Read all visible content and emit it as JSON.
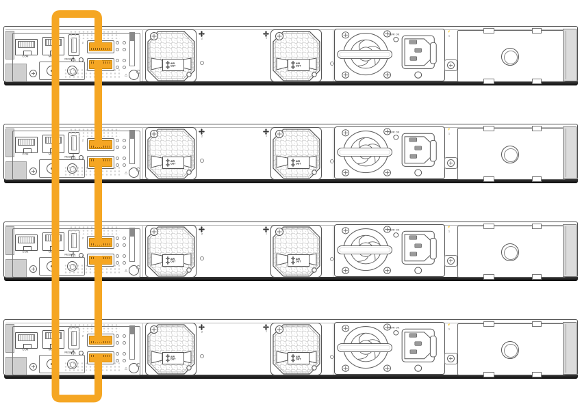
{
  "diagram": {
    "type": "hardware-cabling",
    "description": "Rear view of four rack switches stacked vertically, connected in a stacking ring with orange stacking cables",
    "topology": "ring",
    "switch_count": 4
  },
  "colors": {
    "cable": "#F5A623",
    "chassis_line": "#4A4A4A",
    "background": "#FFFFFF",
    "shadow_bar": "#1A1A1A"
  },
  "labels": {
    "console": "CON",
    "mgmt": "MGMT",
    "reset": "RESET",
    "air": "AIR",
    "out": "OUT",
    "pwr_ok": "PWR OK",
    "stack_port_top": "2",
    "stack_port_bottom": "1",
    "fan_bay_left": "2",
    "fan_bay_right": "1",
    "psu_bay": "1"
  },
  "icons": {
    "warning_glyph": "△",
    "bolt_glyph": "⚡",
    "usb": "usb-trident",
    "fan": "fan-rosette"
  },
  "connections": [
    {
      "from": "switch-1 stacking-port-bottom",
      "to": "switch-2 stacking-port-top"
    },
    {
      "from": "switch-2 stacking-port-bottom",
      "to": "switch-3 stacking-port-top"
    },
    {
      "from": "switch-3 stacking-port-bottom",
      "to": "switch-4 stacking-port-top"
    },
    {
      "from": "switch-4 stacking-port-bottom",
      "to": "switch-1 stacking-port-top",
      "route": "long return cable routed down the left side"
    }
  ]
}
